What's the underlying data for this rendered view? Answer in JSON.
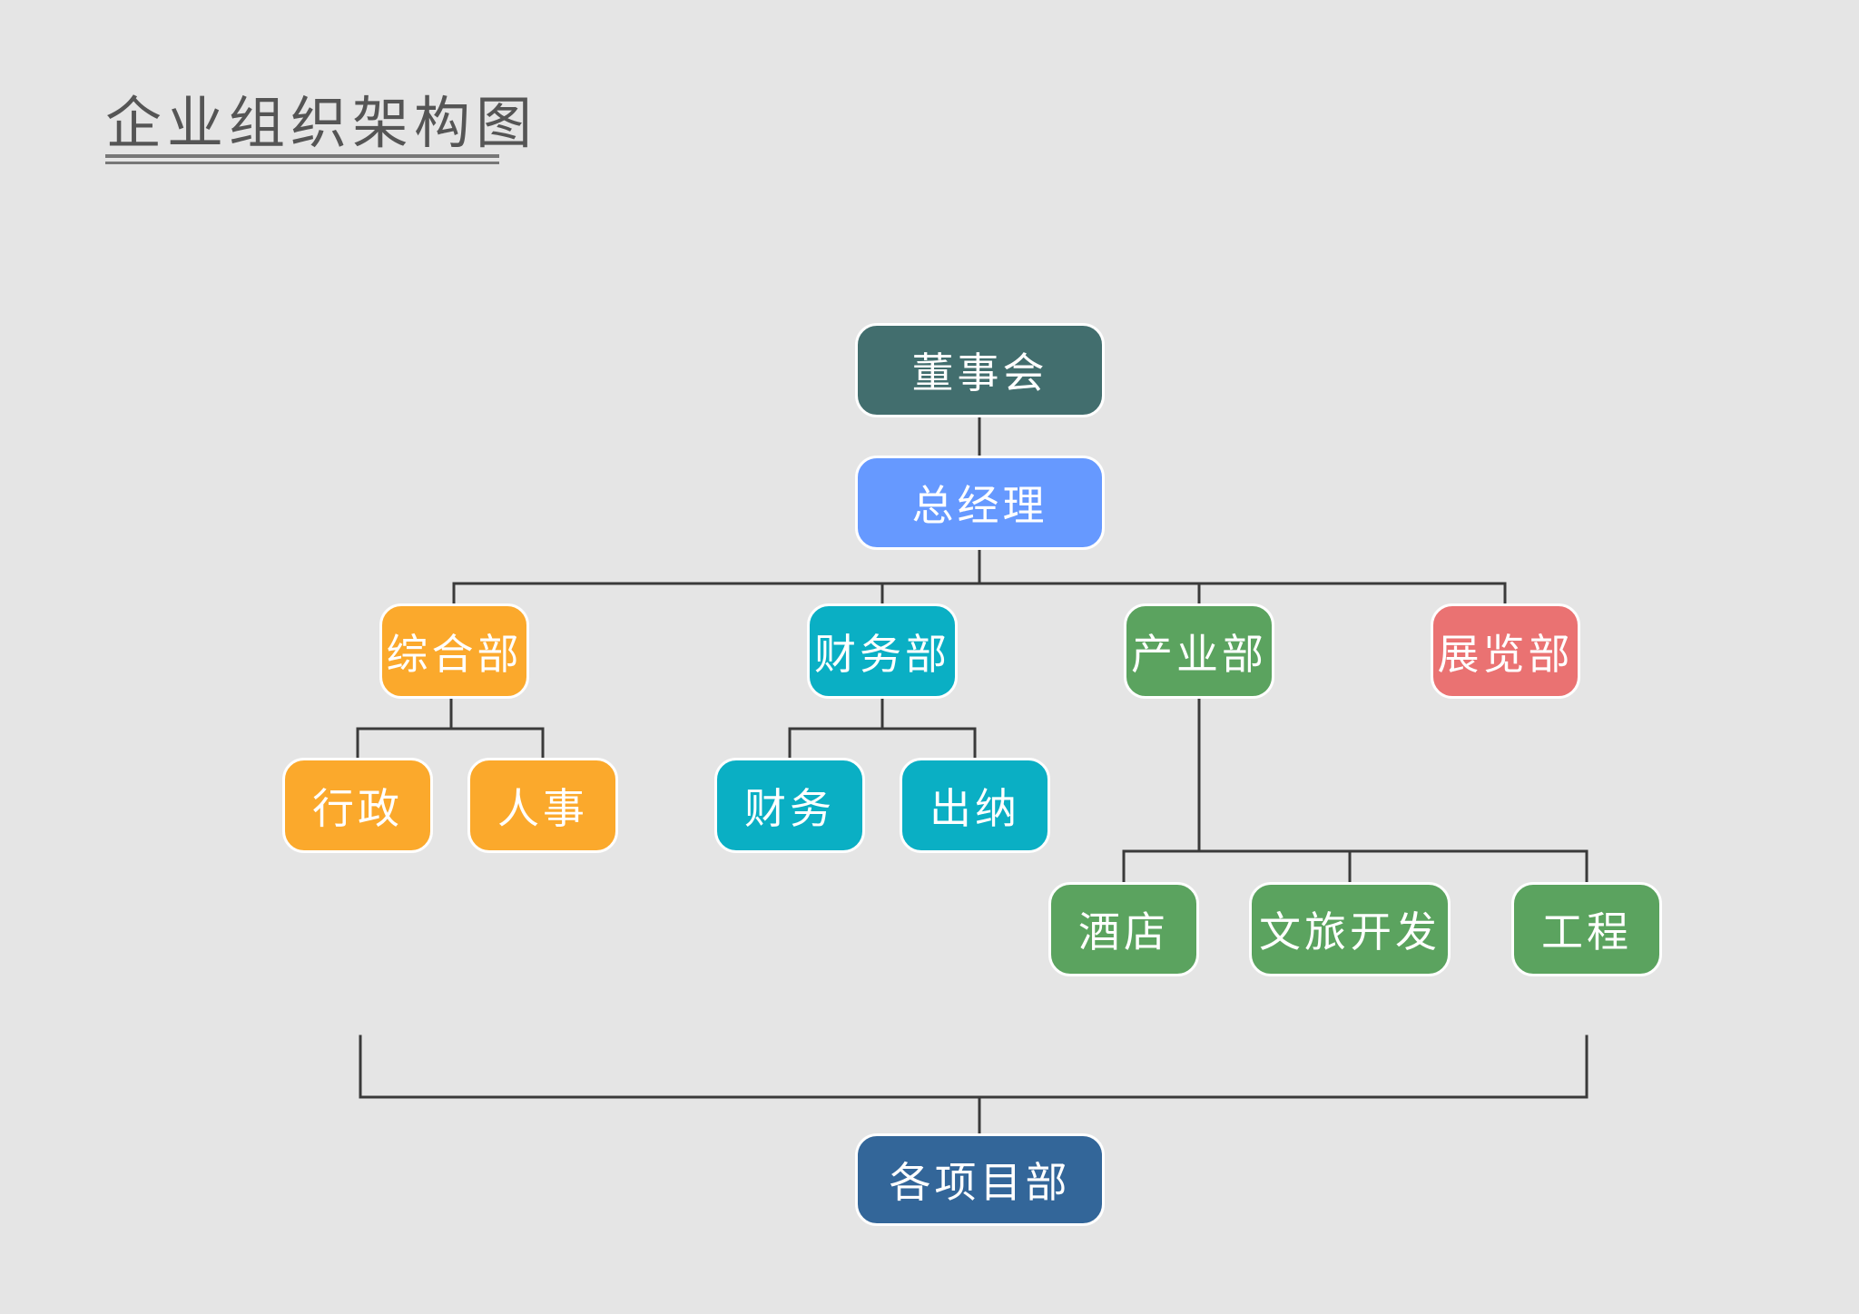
{
  "title": "企业组织架构图",
  "colors": {
    "background": "#e5e5e5",
    "line": "#3a3a3a",
    "board": "#426e6e",
    "gm": "#6699ff",
    "general_dept": "#fba92c",
    "finance_dept": "#0aafc4",
    "industry_dept": "#5ba35f",
    "exhibition_dept": "#ea7272",
    "projects": "#336699"
  },
  "nodes": {
    "board": "董事会",
    "general_manager": "总经理",
    "general_dept": "综合部",
    "finance_dept": "财务部",
    "industry_dept": "产业部",
    "exhibition_dept": "展览部",
    "admin": "行政",
    "hr": "人事",
    "finance": "财务",
    "cashier": "出纳",
    "hotel": "酒店",
    "tourism_dev": "文旅开发",
    "engineering": "工程",
    "projects": "各项目部"
  }
}
